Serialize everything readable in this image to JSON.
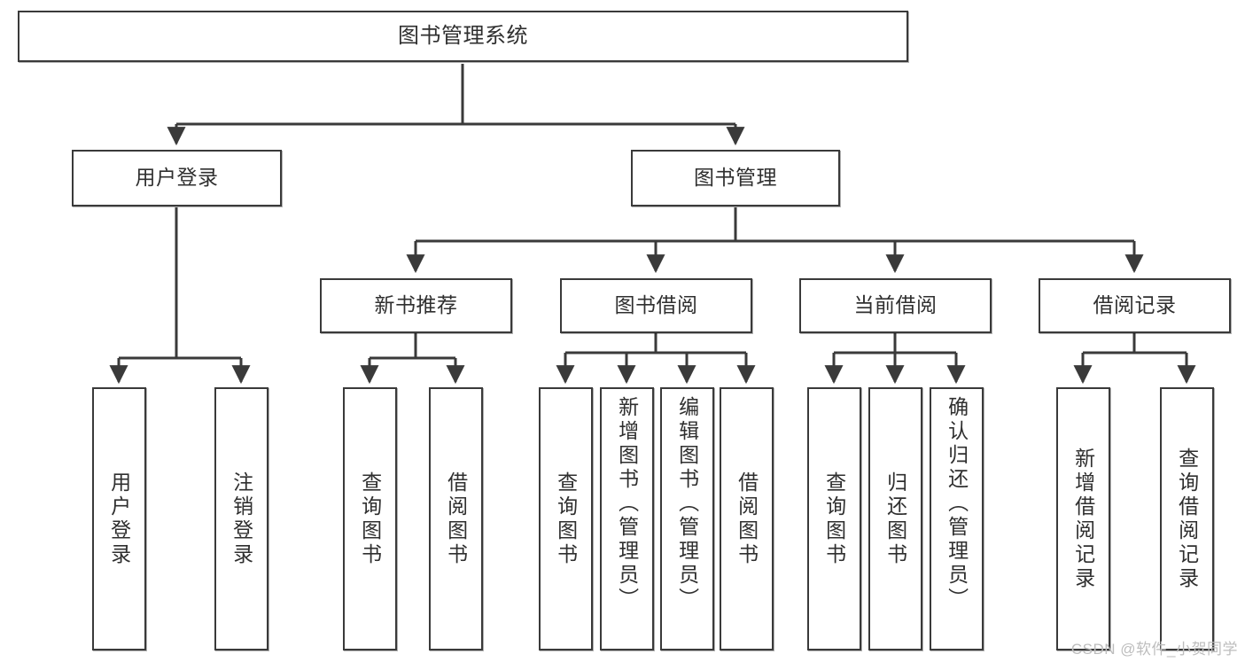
{
  "diagram": {
    "title": "图书管理系统",
    "type": "tree",
    "watermark": "CSDN @软件_小贺同学",
    "colors": {
      "box_border": "#3a3a3a",
      "box_fill": "#ffffff",
      "text": "#2f2f2f",
      "edge": "#3a3a3a",
      "watermark": "#bdbdbd"
    },
    "levels": {
      "root": {
        "label": "图书管理系统"
      },
      "level2": [
        {
          "label": "用户登录"
        },
        {
          "label": "图书管理"
        }
      ],
      "level3": [
        {
          "label": "新书推荐"
        },
        {
          "label": "图书借阅"
        },
        {
          "label": "当前借阅"
        },
        {
          "label": "借阅记录"
        }
      ]
    },
    "leaves": {
      "user_login": [
        {
          "label": "用户登录"
        },
        {
          "label": "注销登录"
        }
      ],
      "new_book_recommend": [
        {
          "label": "查询图书"
        },
        {
          "label": "借阅图书"
        }
      ],
      "book_borrow": [
        {
          "label": "查询图书"
        },
        {
          "label": "新增图书（管理员）"
        },
        {
          "label": "编辑图书（管理员）"
        },
        {
          "label": "借阅图书"
        }
      ],
      "current_borrow": [
        {
          "label": "查询图书"
        },
        {
          "label": "归还图书"
        },
        {
          "label": "确认归还（管理员）"
        }
      ],
      "borrow_record": [
        {
          "label": "新增借阅记录"
        },
        {
          "label": "查询借阅记录"
        }
      ]
    }
  }
}
